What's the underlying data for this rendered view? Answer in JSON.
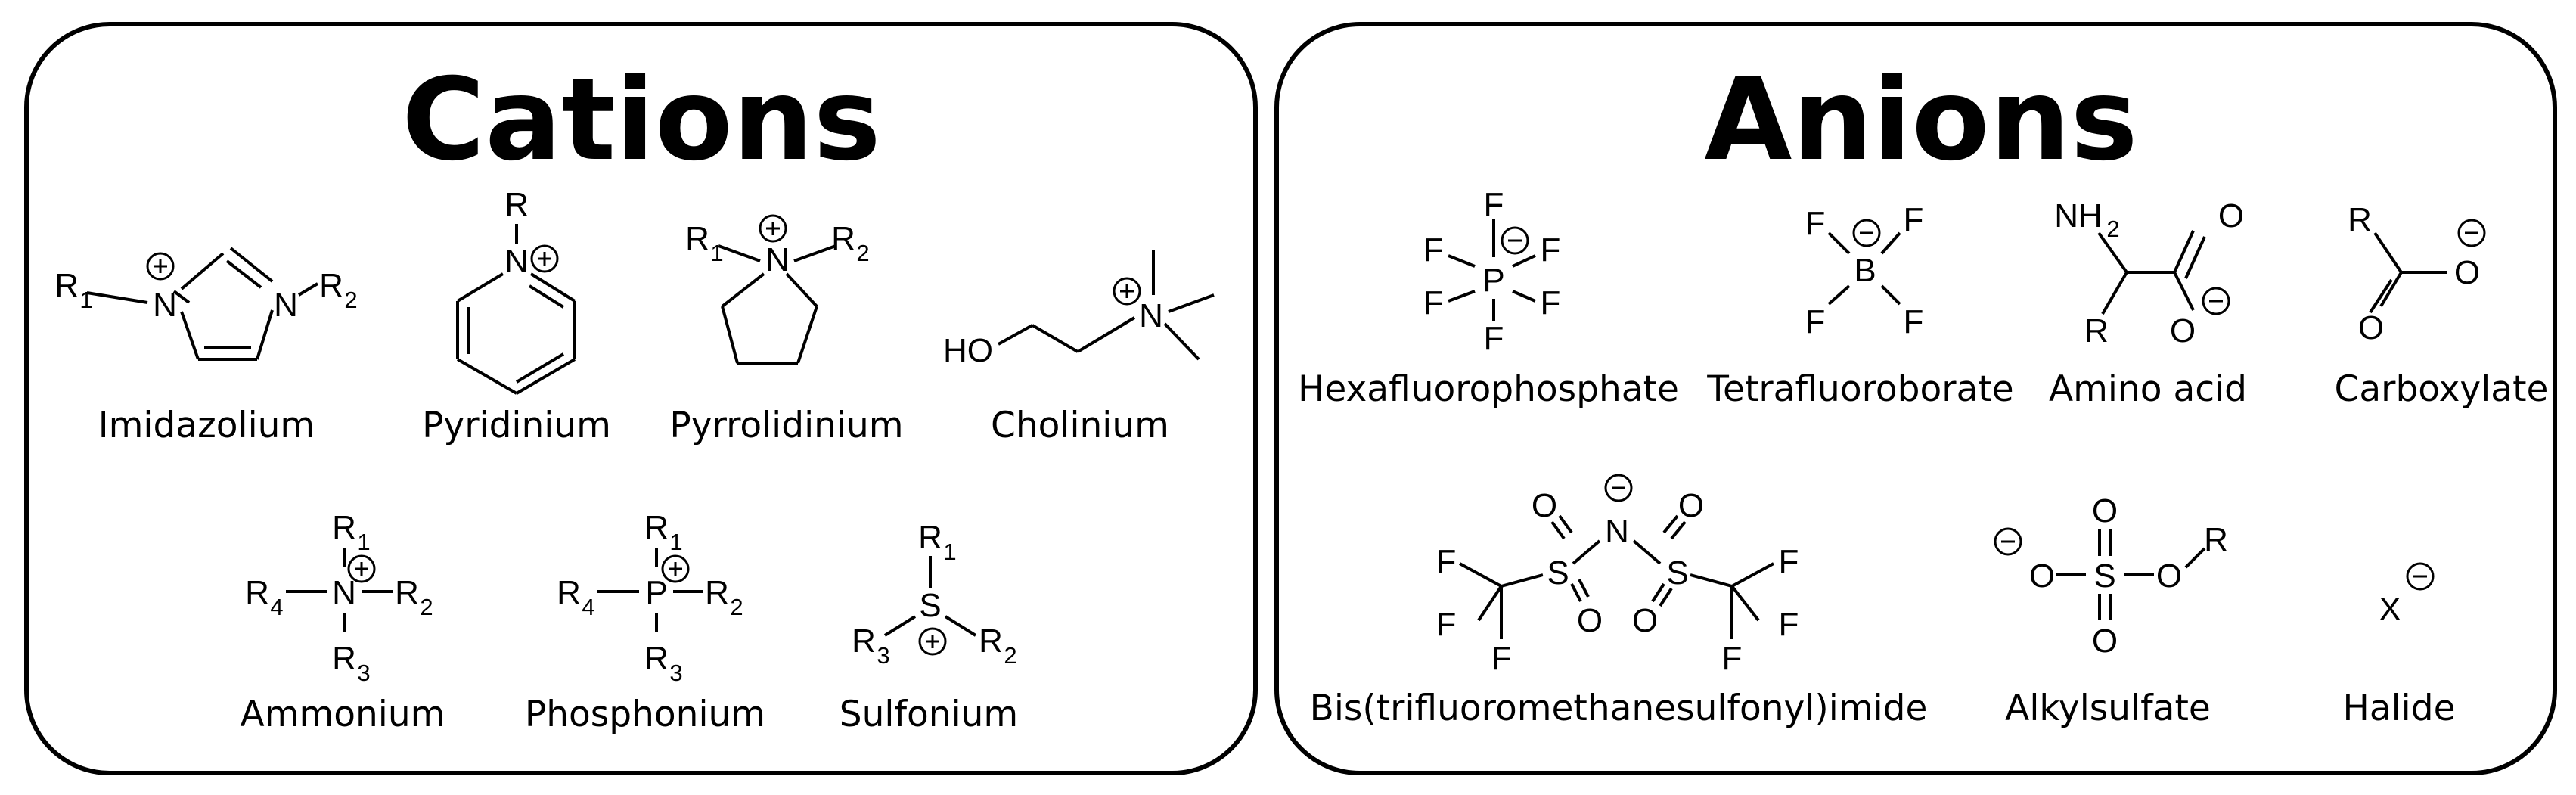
{
  "panels": {
    "cations": {
      "title": "Cations",
      "items": [
        {
          "name": "Imidazolium",
          "labels": {
            "r1": "R",
            "r1_sub": "1",
            "n1": "N",
            "n2": "N",
            "r2": "R",
            "r2_sub": "2"
          }
        },
        {
          "name": "Pyridinium",
          "labels": {
            "r": "R",
            "n": "N"
          }
        },
        {
          "name": "Pyrrolidinium",
          "labels": {
            "r1": "R",
            "r1_sub": "1",
            "n": "N",
            "r2": "R",
            "r2_sub": "2"
          }
        },
        {
          "name": "Cholinium",
          "labels": {
            "ho": "HO",
            "n": "N"
          }
        },
        {
          "name": "Ammonium",
          "labels": {
            "center": "N",
            "r1": "R",
            "r1_sub": "1",
            "r2": "R",
            "r2_sub": "2",
            "r3": "R",
            "r3_sub": "3",
            "r4": "R",
            "r4_sub": "4"
          }
        },
        {
          "name": "Phosphonium",
          "labels": {
            "center": "P",
            "r1": "R",
            "r1_sub": "1",
            "r2": "R",
            "r2_sub": "2",
            "r3": "R",
            "r3_sub": "3",
            "r4": "R",
            "r4_sub": "4"
          }
        },
        {
          "name": "Sulfonium",
          "labels": {
            "s": "S",
            "r1": "R",
            "r1_sub": "1",
            "r2": "R",
            "r2_sub": "2",
            "r3": "R",
            "r3_sub": "3"
          }
        }
      ]
    },
    "anions": {
      "title": "Anions",
      "items": [
        {
          "name": "Hexafluorophosphate",
          "labels": {
            "p": "P",
            "f": "F"
          }
        },
        {
          "name": "Tetrafluoroborate",
          "labels": {
            "b": "B",
            "f": "F"
          }
        },
        {
          "name": "Amino acid",
          "labels": {
            "nh": "NH",
            "nh_sub": "2",
            "o": "O",
            "r": "R"
          }
        },
        {
          "name": "Carboxylate",
          "labels": {
            "r": "R",
            "o": "O"
          }
        },
        {
          "name": "Bis(trifluoromethanesulfonyl)imide",
          "labels": {
            "f": "F",
            "s": "S",
            "o": "O",
            "n": "N"
          }
        },
        {
          "name": "Alkylsulfate",
          "labels": {
            "o": "O",
            "s": "S",
            "r": "R"
          }
        },
        {
          "name": "Halide",
          "labels": {
            "x": "X"
          }
        }
      ]
    }
  }
}
